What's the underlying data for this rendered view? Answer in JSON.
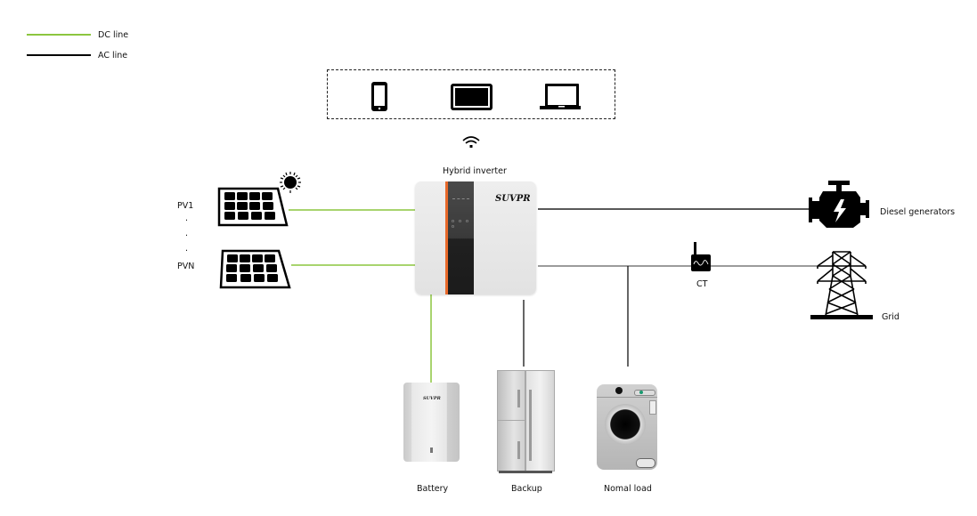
{
  "legend": {
    "items": [
      {
        "label": "DC line",
        "color": "#8cc63f"
      },
      {
        "label": "AC line",
        "color": "#000000"
      }
    ]
  },
  "monitoring": {
    "devices": [
      "smartphone",
      "tablet",
      "laptop"
    ],
    "connection": "wifi"
  },
  "inverter": {
    "title": "Hybrid inverter",
    "brand": "SUVPR",
    "accent_color": "#e8692a"
  },
  "pv": {
    "first_label": "PV1",
    "last_label": "PVN",
    "ellipsis": [
      "·",
      "·",
      "·"
    ]
  },
  "nodes": {
    "diesel": "Diesel generators",
    "ct": "CT",
    "grid": "Grid",
    "battery": "Battery",
    "backup": "Backup",
    "normal_load": "Nomal load"
  },
  "battery": {
    "brand": "SUVPR"
  },
  "colors": {
    "dc_line": "#8cc63f",
    "ac_line": "#000000",
    "ac_line_grid": "#7a7a7a"
  }
}
